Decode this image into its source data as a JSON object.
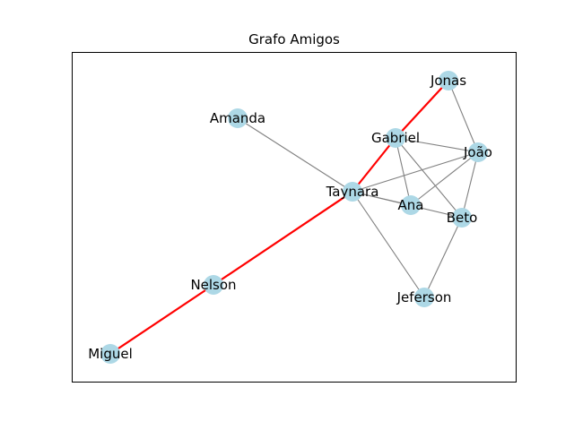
{
  "title": "Grafo Amigos",
  "colors": {
    "node_fill": "#add8e6",
    "edge": "#808080",
    "highlight_edge": "#ff0000",
    "background": "#ffffff"
  },
  "nodes": [
    {
      "id": "Jonas",
      "label": "Jonas"
    },
    {
      "id": "Amanda",
      "label": "Amanda"
    },
    {
      "id": "Gabriel",
      "label": "Gabriel"
    },
    {
      "id": "João",
      "label": "João"
    },
    {
      "id": "Taynara",
      "label": "Taynara"
    },
    {
      "id": "Ana",
      "label": "Ana"
    },
    {
      "id": "Beto",
      "label": "Beto"
    },
    {
      "id": "Nelson",
      "label": "Nelson"
    },
    {
      "id": "Jeferson",
      "label": "Jeferson"
    },
    {
      "id": "Miguel",
      "label": "Miguel"
    }
  ],
  "edges": [
    {
      "source": "Amanda",
      "target": "Taynara",
      "highlight": false
    },
    {
      "source": "Taynara",
      "target": "João",
      "highlight": false
    },
    {
      "source": "Taynara",
      "target": "Ana",
      "highlight": false
    },
    {
      "source": "Taynara",
      "target": "Beto",
      "highlight": false
    },
    {
      "source": "Taynara",
      "target": "Jeferson",
      "highlight": false
    },
    {
      "source": "Gabriel",
      "target": "Ana",
      "highlight": false
    },
    {
      "source": "Gabriel",
      "target": "Beto",
      "highlight": false
    },
    {
      "source": "Gabriel",
      "target": "João",
      "highlight": false
    },
    {
      "source": "Jonas",
      "target": "João",
      "highlight": false
    },
    {
      "source": "João",
      "target": "Ana",
      "highlight": false
    },
    {
      "source": "João",
      "target": "Beto",
      "highlight": false
    },
    {
      "source": "Beto",
      "target": "Jeferson",
      "highlight": false
    },
    {
      "source": "Miguel",
      "target": "Nelson",
      "highlight": true
    },
    {
      "source": "Nelson",
      "target": "Taynara",
      "highlight": true
    },
    {
      "source": "Taynara",
      "target": "Gabriel",
      "highlight": true
    },
    {
      "source": "Gabriel",
      "target": "Jonas",
      "highlight": true
    }
  ]
}
